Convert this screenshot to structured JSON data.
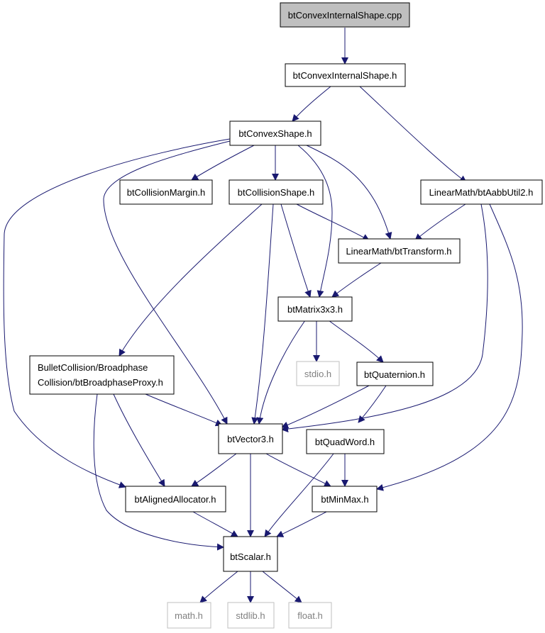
{
  "colors": {
    "edge": "#191970",
    "node_border": "#000000",
    "system_border": "#bfbfbf",
    "root_fill": "#bfbfbf",
    "node_fill": "#ffffff"
  },
  "nodes": {
    "root": {
      "label": "btConvexInternalShape.cpp",
      "kind": "root"
    },
    "btConvexInternalShape_h": {
      "label": "btConvexInternalShape.h",
      "kind": "header"
    },
    "btConvexShape_h": {
      "label": "btConvexShape.h",
      "kind": "header"
    },
    "btCollisionMargin_h": {
      "label": "btCollisionMargin.h",
      "kind": "header"
    },
    "btCollisionShape_h": {
      "label": "btCollisionShape.h",
      "kind": "header"
    },
    "btAabbUtil2_h": {
      "label": "LinearMath/btAabbUtil2.h",
      "kind": "header"
    },
    "btTransform_h": {
      "label": "LinearMath/btTransform.h",
      "kind": "header"
    },
    "btMatrix3x3_h": {
      "label": "btMatrix3x3.h",
      "kind": "header"
    },
    "btBroadphaseProxy_h": {
      "label_line1": "BulletCollision/Broadphase",
      "label_line2": "Collision/btBroadphaseProxy.h",
      "kind": "header"
    },
    "stdio_h": {
      "label": "stdio.h",
      "kind": "system"
    },
    "btQuaternion_h": {
      "label": "btQuaternion.h",
      "kind": "header"
    },
    "btVector3_h": {
      "label": "btVector3.h",
      "kind": "header"
    },
    "btQuadWord_h": {
      "label": "btQuadWord.h",
      "kind": "header"
    },
    "btAlignedAllocator_h": {
      "label": "btAlignedAllocator.h",
      "kind": "header"
    },
    "btMinMax_h": {
      "label": "btMinMax.h",
      "kind": "header"
    },
    "btScalar_h": {
      "label": "btScalar.h",
      "kind": "header"
    },
    "math_h": {
      "label": "math.h",
      "kind": "system"
    },
    "stdlib_h": {
      "label": "stdlib.h",
      "kind": "system"
    },
    "float_h": {
      "label": "float.h",
      "kind": "system"
    }
  },
  "edges": [
    {
      "from": "btConvexInternalShape.cpp",
      "to": "btConvexInternalShape.h"
    },
    {
      "from": "btConvexInternalShape.h",
      "to": "btConvexShape.h"
    },
    {
      "from": "btConvexInternalShape.h",
      "to": "LinearMath/btAabbUtil2.h"
    },
    {
      "from": "btConvexShape.h",
      "to": "btCollisionMargin.h"
    },
    {
      "from": "btConvexShape.h",
      "to": "btCollisionShape.h"
    },
    {
      "from": "btConvexShape.h",
      "to": "LinearMath/btTransform.h"
    },
    {
      "from": "btConvexShape.h",
      "to": "btMatrix3x3.h"
    },
    {
      "from": "btConvexShape.h",
      "to": "btVector3.h"
    },
    {
      "from": "btConvexShape.h",
      "to": "btAlignedAllocator.h"
    },
    {
      "from": "btCollisionShape.h",
      "to": "LinearMath/btTransform.h"
    },
    {
      "from": "btCollisionShape.h",
      "to": "btMatrix3x3.h"
    },
    {
      "from": "btCollisionShape.h",
      "to": "btVector3.h"
    },
    {
      "from": "btCollisionShape.h",
      "to": "BulletCollision/BroadphaseCollision/btBroadphaseProxy.h"
    },
    {
      "from": "LinearMath/btAabbUtil2.h",
      "to": "LinearMath/btTransform.h"
    },
    {
      "from": "LinearMath/btAabbUtil2.h",
      "to": "btVector3.h"
    },
    {
      "from": "LinearMath/btAabbUtil2.h",
      "to": "btMinMax.h"
    },
    {
      "from": "LinearMath/btTransform.h",
      "to": "btMatrix3x3.h"
    },
    {
      "from": "btMatrix3x3.h",
      "to": "stdio.h"
    },
    {
      "from": "btMatrix3x3.h",
      "to": "btQuaternion.h"
    },
    {
      "from": "btMatrix3x3.h",
      "to": "btVector3.h"
    },
    {
      "from": "btQuaternion.h",
      "to": "btVector3.h"
    },
    {
      "from": "btQuaternion.h",
      "to": "btQuadWord.h"
    },
    {
      "from": "BulletCollision/BroadphaseCollision/btBroadphaseProxy.h",
      "to": "btVector3.h"
    },
    {
      "from": "BulletCollision/BroadphaseCollision/btBroadphaseProxy.h",
      "to": "btAlignedAllocator.h"
    },
    {
      "from": "BulletCollision/BroadphaseCollision/btBroadphaseProxy.h",
      "to": "btScalar.h"
    },
    {
      "from": "btVector3.h",
      "to": "btAlignedAllocator.h"
    },
    {
      "from": "btVector3.h",
      "to": "btMinMax.h"
    },
    {
      "from": "btVector3.h",
      "to": "btScalar.h"
    },
    {
      "from": "btQuadWord.h",
      "to": "btMinMax.h"
    },
    {
      "from": "btQuadWord.h",
      "to": "btScalar.h"
    },
    {
      "from": "btAlignedAllocator.h",
      "to": "btScalar.h"
    },
    {
      "from": "btMinMax.h",
      "to": "btScalar.h"
    },
    {
      "from": "btScalar.h",
      "to": "math.h"
    },
    {
      "from": "btScalar.h",
      "to": "stdlib.h"
    },
    {
      "from": "btScalar.h",
      "to": "float.h"
    }
  ]
}
